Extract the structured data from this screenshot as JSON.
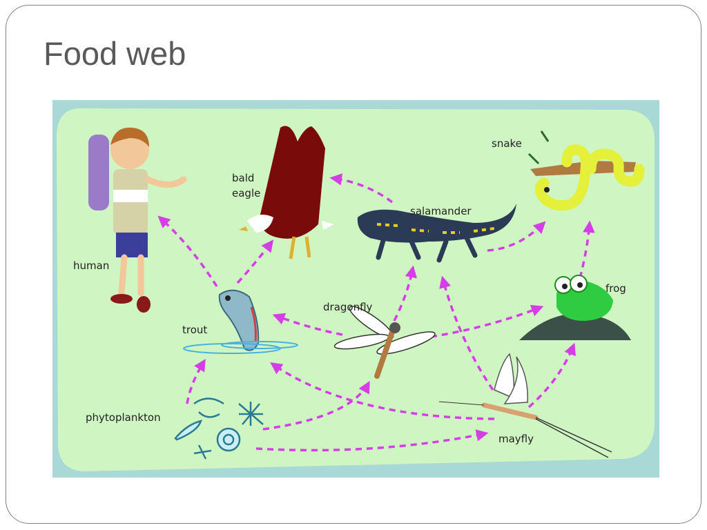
{
  "slide": {
    "title": "Food web"
  },
  "colors": {
    "frame": "#7f7f7f",
    "title": "#595959",
    "panel_outer": "#a9d9d6",
    "panel_inner": "#cff5c2",
    "arrow": "#d53ee6"
  },
  "organisms": {
    "human": "human",
    "bald_eagle_line1": "bald",
    "bald_eagle_line2": "eagle",
    "snake": "snake",
    "salamander": "salamander",
    "trout": "trout",
    "dragonfly": "dragonfly",
    "frog": "frog",
    "phytoplankton": "phytoplankton",
    "mayfly": "mayfly"
  },
  "feeding_links": [
    {
      "from": "trout",
      "to": "human"
    },
    {
      "from": "trout",
      "to": "bald eagle"
    },
    {
      "from": "salamander",
      "to": "bald eagle"
    },
    {
      "from": "salamander",
      "to": "snake"
    },
    {
      "from": "frog",
      "to": "snake"
    },
    {
      "from": "dragonfly",
      "to": "trout"
    },
    {
      "from": "dragonfly",
      "to": "salamander"
    },
    {
      "from": "dragonfly",
      "to": "frog"
    },
    {
      "from": "phytoplankton",
      "to": "trout"
    },
    {
      "from": "phytoplankton",
      "to": "dragonfly"
    },
    {
      "from": "phytoplankton",
      "to": "mayfly"
    },
    {
      "from": "mayfly",
      "to": "trout"
    },
    {
      "from": "mayfly",
      "to": "salamander"
    },
    {
      "from": "mayfly",
      "to": "frog"
    }
  ]
}
